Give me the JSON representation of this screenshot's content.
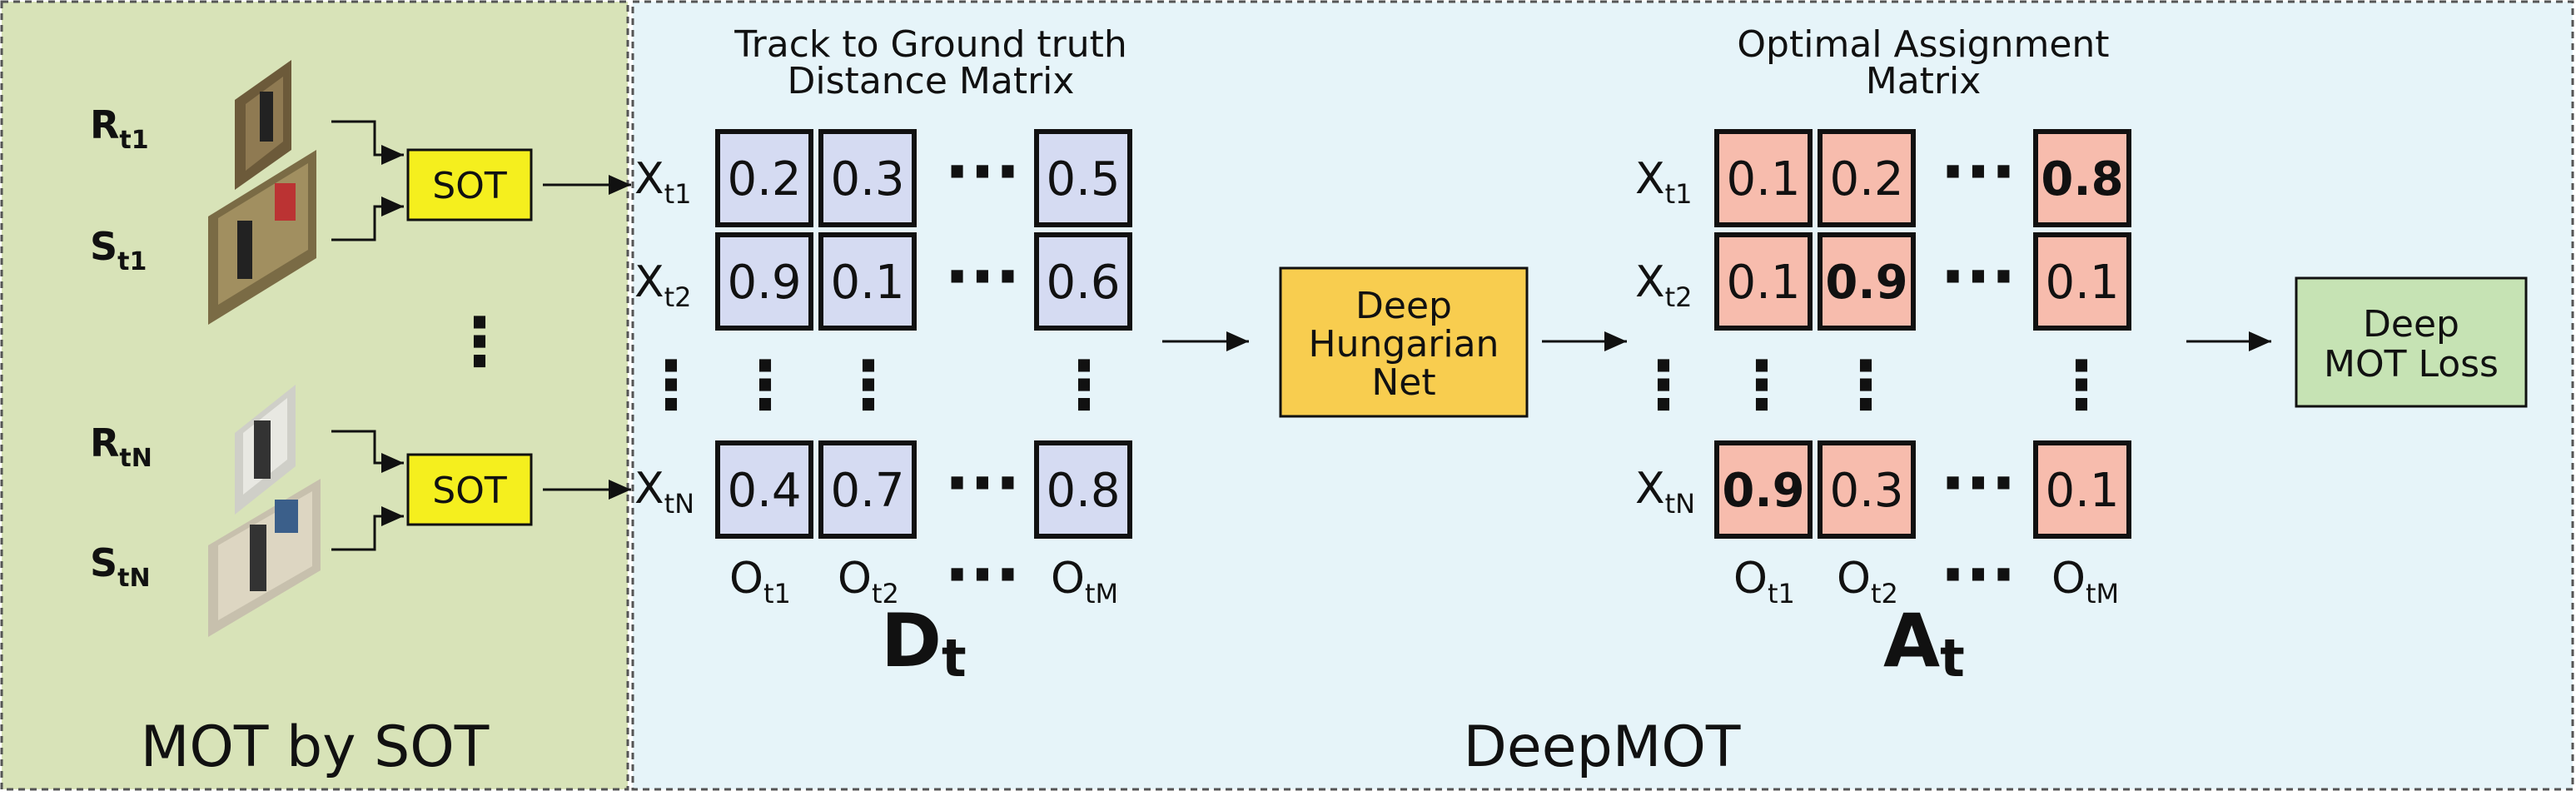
{
  "left_panel": {
    "title": "MOT by SOT",
    "inputs": [
      {
        "letter": "R",
        "sub": "t1"
      },
      {
        "letter": "S",
        "sub": "t1"
      },
      {
        "letter": "R",
        "sub": "tN"
      },
      {
        "letter": "S",
        "sub": "tN"
      }
    ],
    "sot_label": "SOT"
  },
  "right_panel": {
    "title": "DeepMOT",
    "distance_matrix": {
      "heading_line1": "Track to Ground truth",
      "heading_line2": "Distance Matrix",
      "rows": [
        {
          "x_sub": "t1",
          "cells": [
            "0.2",
            "0.3",
            "0.5"
          ]
        },
        {
          "x_sub": "t2",
          "cells": [
            "0.9",
            "0.1",
            "0.6"
          ]
        },
        {
          "x_sub": "tN",
          "cells": [
            "0.4",
            "0.7",
            "0.8"
          ]
        }
      ],
      "cols": [
        "t1",
        "t2",
        "tM"
      ],
      "symbol": "D",
      "symbol_sub": "t"
    },
    "hungarian_net": {
      "line1": "Deep",
      "line2": "Hungarian",
      "line3": "Net"
    },
    "assignment_matrix": {
      "heading_line1": "Optimal Assignment",
      "heading_line2": "Matrix",
      "rows": [
        {
          "x_sub": "t1",
          "cells": [
            "0.1",
            "0.2",
            "0.8"
          ],
          "bold": [
            false,
            false,
            true
          ]
        },
        {
          "x_sub": "t2",
          "cells": [
            "0.1",
            "0.9",
            "0.1"
          ],
          "bold": [
            false,
            true,
            false
          ]
        },
        {
          "x_sub": "tN",
          "cells": [
            "0.9",
            "0.3",
            "0.1"
          ],
          "bold": [
            true,
            false,
            false
          ]
        }
      ],
      "cols": [
        "t1",
        "t2",
        "tM"
      ],
      "symbol": "A",
      "symbol_sub": "t"
    },
    "loss": {
      "line1": "Deep",
      "line2": "MOT Loss"
    }
  },
  "labels": {
    "x": "X",
    "o": "O",
    "hdots": "···",
    "vdots": "⋮"
  },
  "colors": {
    "left_bg": "#d8e3b8",
    "right_bg": "#e6f4f9",
    "distance_cell": "#d5dbf2",
    "assignment_cell": "#f7bcad",
    "sot_box": "#f5ef1e",
    "hungarian_box": "#f8cd4f",
    "loss_box": "#c6e3b4"
  }
}
